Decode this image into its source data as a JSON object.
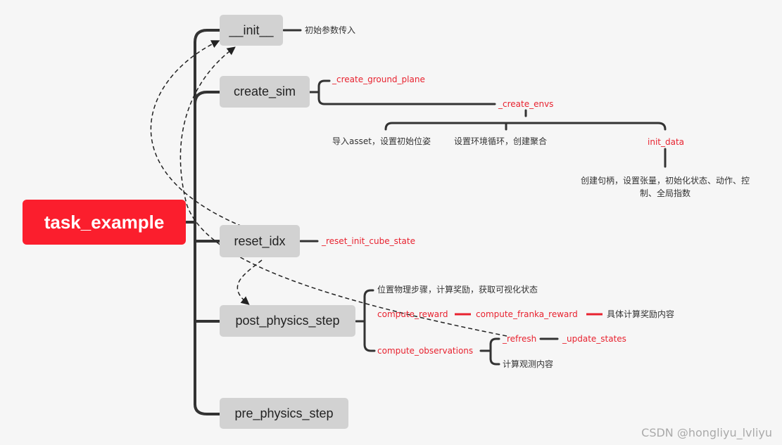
{
  "root": {
    "label": "task_example"
  },
  "nodes": {
    "init": "__init__",
    "create_sim": "create_sim",
    "reset_idx": "reset_idx",
    "post_physics_step": "post_physics_step",
    "pre_physics_step": "pre_physics_step"
  },
  "labels": {
    "init_params": "初始参数传入",
    "create_ground_plane": "_create_ground_plane",
    "create_envs": "_create_envs",
    "import_asset": "导入asset，设置初始位姿",
    "env_loop": "设置环境循环，创建聚合",
    "init_data": "init_data",
    "init_data_desc_line1": "创建句柄，设置张量，初始化状态、动作、控",
    "init_data_desc_line2": "制、全局指数",
    "reset_init_cube_state": "_reset_init_cube_state",
    "physics_step_desc": "位置物理步骤，计算奖励，获取可视化状态",
    "compute_reward": "compute_reward",
    "compute_franka_reward": "compute_franka_reward",
    "reward_detail": "具体计算奖励内容",
    "compute_observations": "compute_observations",
    "refresh": "_refresh",
    "update_states": "_update_states",
    "obs_detail": "计算观测内容"
  },
  "watermark": "CSDN @hongliyu_lvliyu",
  "colors": {
    "root_fill": "#fb1e2d",
    "node_fill": "#d2d2d2",
    "connector": "#333333",
    "highlight": "#e8222f",
    "background": "#f6f6f6"
  }
}
